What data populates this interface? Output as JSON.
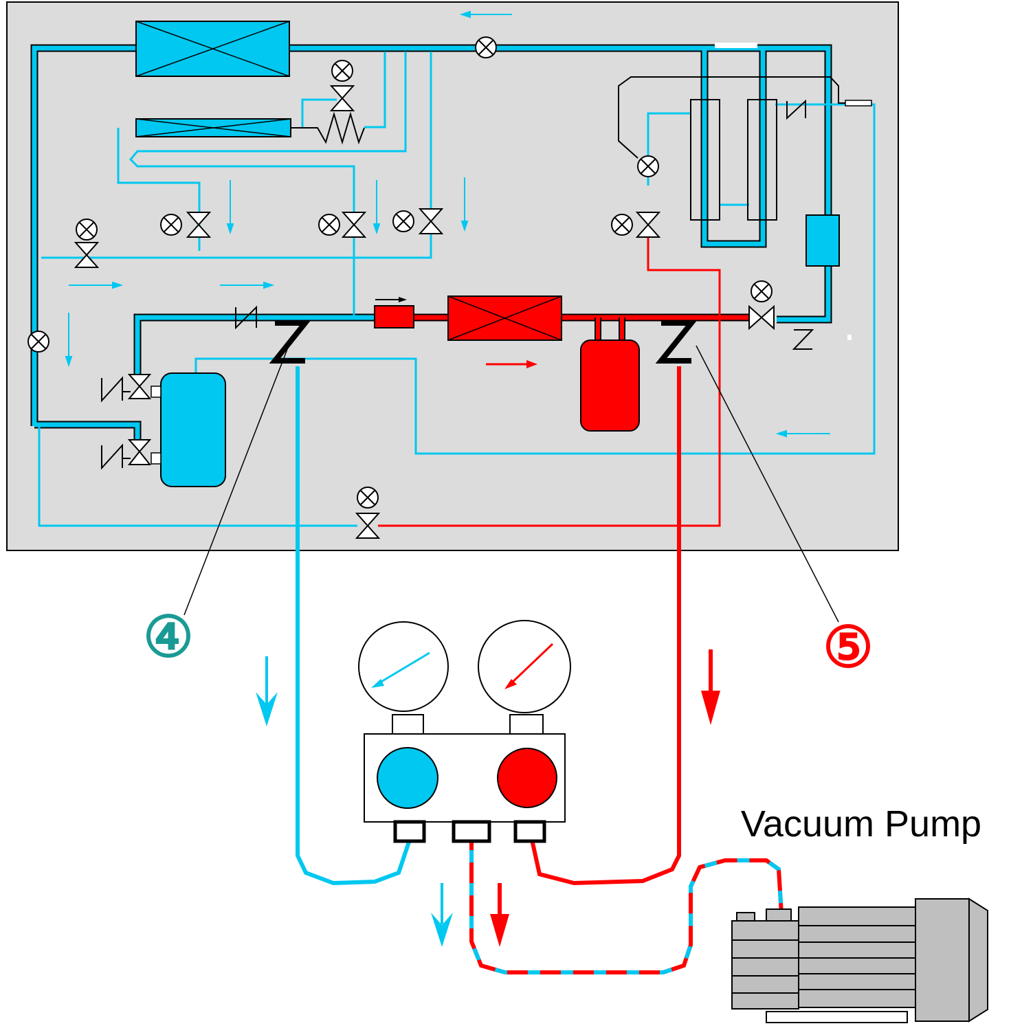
{
  "labels": {
    "callout_4": "④",
    "callout_5": "⑤",
    "vacuum_pump": "Vacuum Pump"
  },
  "colors": {
    "panel_bg": "#dcdcdc",
    "low_side": "#00c8f0",
    "high_side": "#ff0000",
    "callout_4": "#1a9a94",
    "pump_gray": "#bfbfbf"
  }
}
